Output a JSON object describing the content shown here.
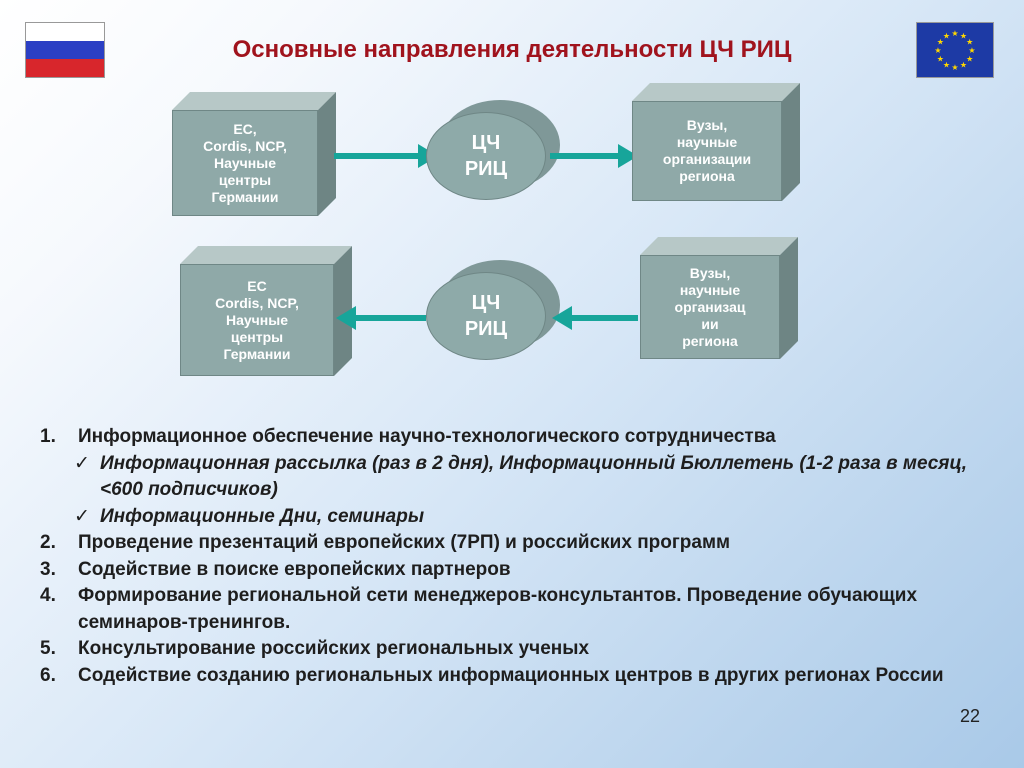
{
  "title": "Основные направления деятельности ЦЧ РИЦ",
  "diagram": {
    "row1": {
      "left_box": [
        "ЕС,",
        "Cordis, NCP,",
        "Научные",
        "центры",
        "Германии"
      ],
      "center": [
        "ЦЧ",
        "РИЦ"
      ],
      "right_box": [
        "Вузы,",
        "научные",
        "организации",
        "региона"
      ]
    },
    "row2": {
      "left_box": [
        "ЕС",
        "Cordis, NCP,",
        "Научные",
        "центры",
        "Германии"
      ],
      "center": [
        "ЦЧ",
        "РИЦ"
      ],
      "right_box": [
        "Вузы,",
        "научные",
        "организац",
        "ии",
        "региона"
      ]
    },
    "arrow_color": "#17a59a",
    "box_color": "#8fa9a8"
  },
  "list": [
    {
      "num": "1.",
      "text": "Информационное обеспечение научно-технологического сотрудничества"
    },
    {
      "check": "✓",
      "text": "Информационная рассылка (раз в 2 дня), Информационный Бюллетень (1-2 раза в месяц, <600 подписчиков)"
    },
    {
      "check": "✓",
      "text": "Информационные Дни, семинары"
    },
    {
      "num": "2.",
      "text": "Проведение презентаций европейских (7РП) и российских программ"
    },
    {
      "num": "3.",
      "text": "Содействие в поиске европейских партнеров"
    },
    {
      "num": "4.",
      "text": "Формирование региональной сети менеджеров-консультантов. Проведение  обучающих семинаров-тренингов."
    },
    {
      "num": "5.",
      "text": "Консультирование российских региональных ученых"
    },
    {
      "num": "6.",
      "text": "Содействие созданию региональных информационных центров в других регионах России"
    }
  ],
  "page_number": "22",
  "flags": {
    "left": "russia-flag",
    "right": "eu-flag"
  },
  "title_color": "#a0131d"
}
